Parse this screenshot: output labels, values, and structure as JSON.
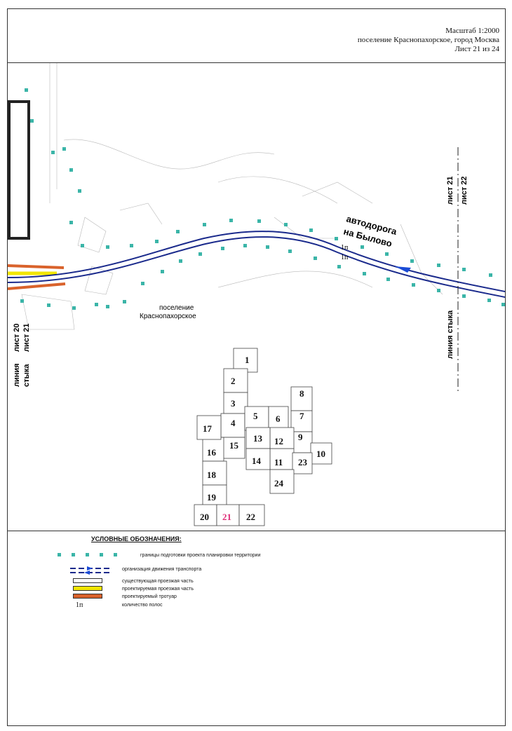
{
  "title_block": {
    "scale": "Масштаб 1:2000",
    "location": "поселение Краснопахорское, город Москва",
    "sheet": "Лист 21 из 24"
  },
  "map": {
    "road_label_1": "автодорога",
    "road_label_2": "на Былово",
    "lanes_top": "1п",
    "lanes_bottom": "1п",
    "settlement_1": "поселение",
    "settlement_2": "Краснопахорское",
    "left_joint": [
      "линия",
      "стыка",
      "лист 20",
      "лист 21"
    ],
    "right_joint": [
      "линия стыка",
      "лист 21",
      "лист 22"
    ],
    "colors": {
      "boundary": "#3bb5a8",
      "road": "#1a2a8c",
      "direction": "#1a4bd6",
      "existing": "#ffffff",
      "designed": "#f2e600",
      "sidewalk": "#d9622b",
      "current_sheet": "#e0307a"
    }
  },
  "index_map": {
    "sheets": [
      "1",
      "2",
      "3",
      "4",
      "5",
      "6",
      "7",
      "8",
      "9",
      "10",
      "11",
      "12",
      "13",
      "14",
      "15",
      "16",
      "17",
      "18",
      "19",
      "20",
      "21",
      "22",
      "23",
      "24"
    ],
    "current": "21"
  },
  "legend": {
    "title": "УСЛОВНЫЕ ОБОЗНАЧЕНИЯ:",
    "items": [
      {
        "symbol": "boundary-dots",
        "label": "границы подготовки проекта планировки территории"
      },
      {
        "symbol": "traffic-arrows",
        "label": "организация движения транспорта"
      },
      {
        "symbol": "existing-carriageway",
        "label": "существующая проезжая часть"
      },
      {
        "symbol": "designed-carriageway",
        "label": "проектируемая проезжая часть"
      },
      {
        "symbol": "designed-sidewalk",
        "label": "проектируемый тротуар"
      },
      {
        "symbol": "lane-count",
        "label": "количество полос",
        "sample": "1п"
      }
    ]
  }
}
